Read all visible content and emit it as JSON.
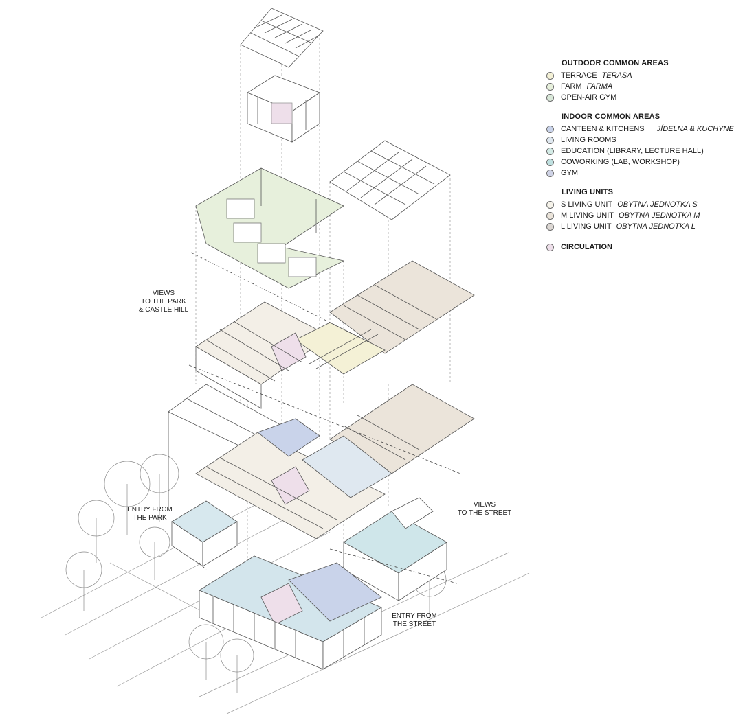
{
  "legend": {
    "outdoor": {
      "title": "OUTDOOR COMMON AREAS",
      "items": [
        {
          "label": "TERRACE",
          "alt": "TERASA",
          "color": "#f4f1d6"
        },
        {
          "label": "FARM",
          "alt": "FARMA",
          "color": "#e7f0dc"
        },
        {
          "label": "OPEN-AIR GYM",
          "alt": "",
          "color": "#d9e8d9"
        }
      ]
    },
    "indoor": {
      "title": "INDOOR COMMON AREAS",
      "items": [
        {
          "label": "CANTEEN & KITCHENS",
          "alt": "JÍDELNA & KUCHYNE",
          "color": "#c9d3ea"
        },
        {
          "label": "LIVING ROOMS",
          "alt": "",
          "color": "#dfe8f0"
        },
        {
          "label": "EDUCATION (LIBRARY, LECTURE HALL)",
          "alt": "",
          "color": "#d3ebe6"
        },
        {
          "label": "COWORKING (LAB, WORKSHOP)",
          "alt": "",
          "color": "#bfe0e0"
        },
        {
          "label": "GYM",
          "alt": "",
          "color": "#cfd3e6"
        }
      ]
    },
    "living": {
      "title": "LIVING UNITS",
      "items": [
        {
          "label": "S LIVING UNIT",
          "alt": "OBYTNA JEDNOTKA S",
          "color": "#f6f3ea"
        },
        {
          "label": "M LIVING UNIT",
          "alt": "OBYTNA JEDNOTKA M",
          "color": "#ebe4da"
        },
        {
          "label": "L LIVING UNIT",
          "alt": "OBYTNA JEDNOTKA L",
          "color": "#dcd7d3"
        }
      ]
    },
    "circulation": {
      "title": "CIRCULATION",
      "color": "#eedfea"
    }
  },
  "annotations": {
    "views_park": [
      "VIEWS",
      "TO THE PARK",
      "& CASTLE HILL"
    ],
    "entry_park": [
      "ENTRY FROM",
      "THE PARK"
    ],
    "views_street": [
      "VIEWS",
      "TO THE STREET"
    ],
    "entry_street": [
      "ENTRY FROM",
      "THE STREET"
    ]
  }
}
